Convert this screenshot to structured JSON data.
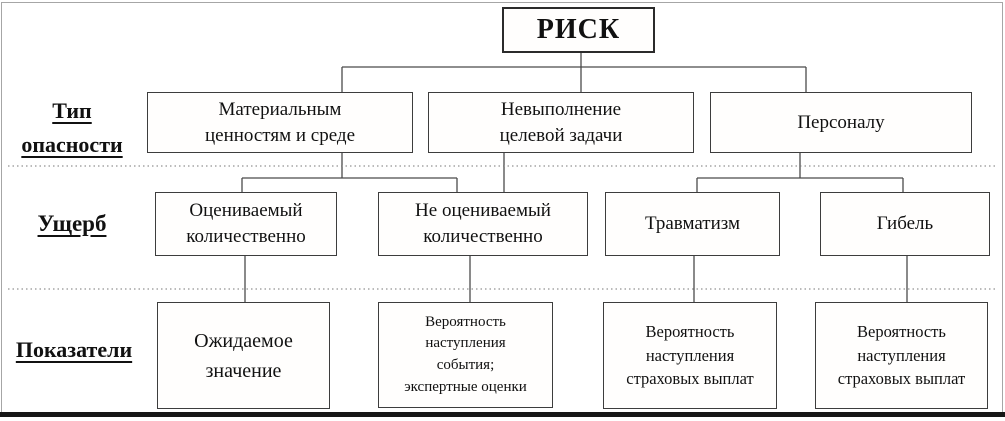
{
  "diagram": {
    "root": {
      "label": "РИСК"
    },
    "row_labels": {
      "hazard_type": "Тип\nопасности",
      "damage": "Ущерб",
      "indicators": "Показатели"
    },
    "hazard_types": [
      {
        "label": "Материальным\nценностям и среде"
      },
      {
        "label": "Невыполнение\nцелевой задачи"
      },
      {
        "label": "Персоналу"
      }
    ],
    "damage_types": [
      {
        "label": "Оцениваемый\nколичественно"
      },
      {
        "label": "Не оцениваемый\nколичественно"
      },
      {
        "label": "Травматизм"
      },
      {
        "label": "Гибель"
      }
    ],
    "indicators": [
      {
        "label": "Ожидаемое\nзначение"
      },
      {
        "label": "Вероятность\nнаступления\nсобытия;\nэкспертные оценки"
      },
      {
        "label": "Вероятность\nнаступления\nстраховых выплат"
      },
      {
        "label": "Вероятность\nнаступления\nстраховых выплат"
      }
    ],
    "colors": {
      "box_border": "#3d3d3d",
      "connector_line": "#4a4a4a",
      "dotted_separator": "#777777",
      "text": "#111111",
      "background": "#ffffff",
      "bottom_bar": "#161616"
    }
  }
}
